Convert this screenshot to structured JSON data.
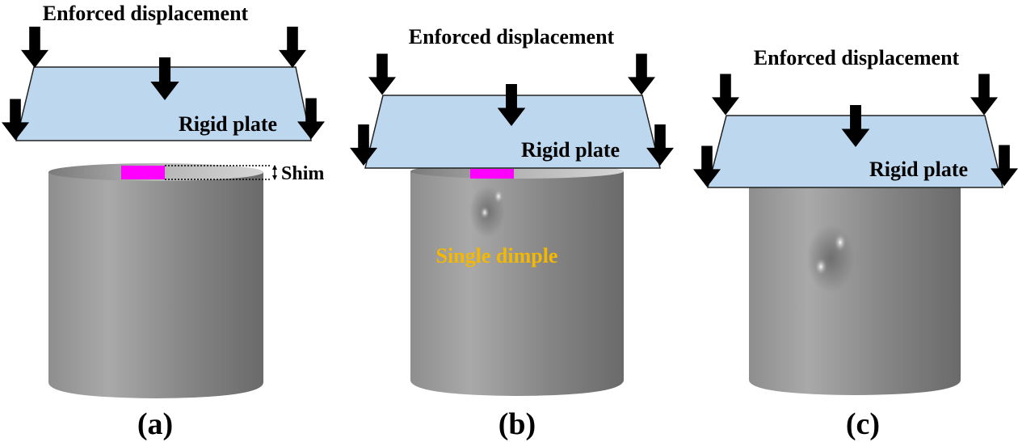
{
  "panels": [
    {
      "id": "a",
      "caption": "(a)",
      "load_label": "Enforced displacement",
      "plate_label": "Rigid plate",
      "shim_label": "Shim",
      "state": "initial with shim"
    },
    {
      "id": "b",
      "caption": "(b)",
      "load_label": "Enforced displacement",
      "plate_label": "Rigid plate",
      "annotation": "Single dimple",
      "state": "plate contact with shim"
    },
    {
      "id": "c",
      "caption": "(c)",
      "load_label": "Enforced displacement",
      "plate_label": "Rigid plate",
      "state": "loaded cylinder"
    }
  ],
  "colors": {
    "plate_fill": "#bdd7ee",
    "shim": "#ff00ff",
    "annotation": "#f5b800",
    "arrow": "#000000",
    "cylinder_light": "#a8a8a8",
    "cylinder_dark": "#6e6e6e"
  }
}
